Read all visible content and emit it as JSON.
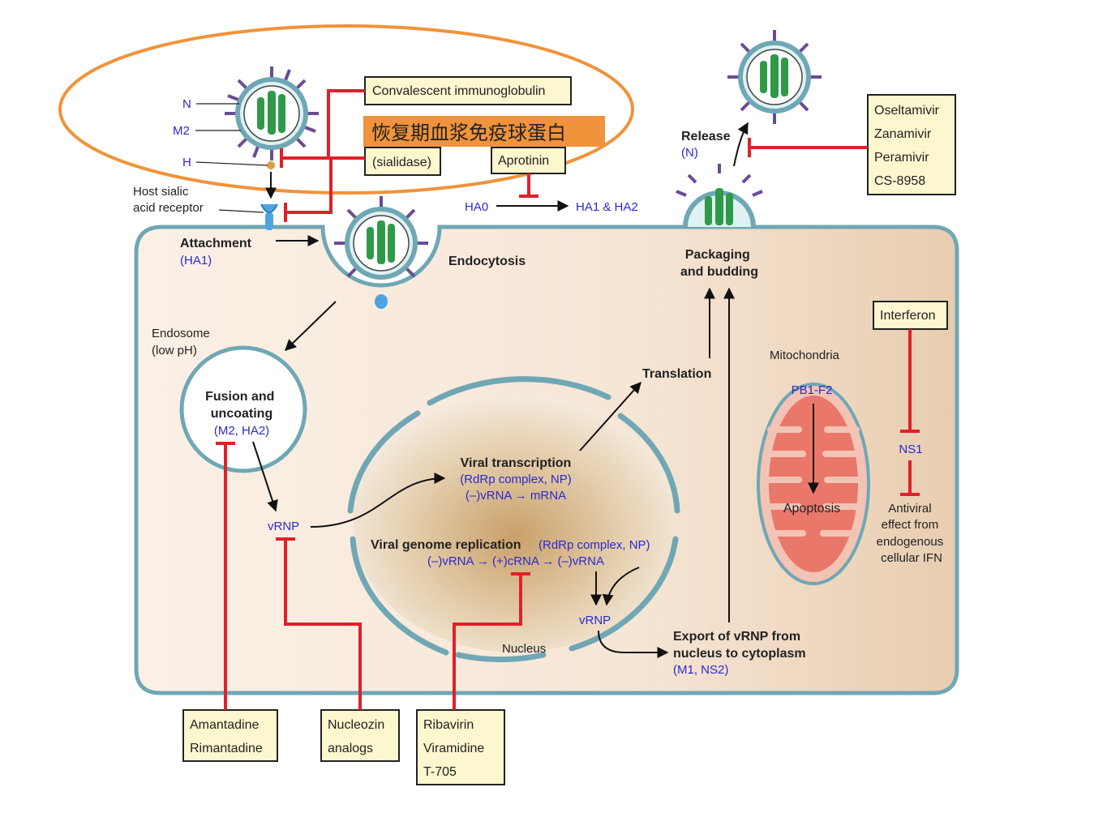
{
  "virus_labels": {
    "n": "N",
    "m2": "M2",
    "h": "H"
  },
  "host_receptor": [
    "Host sialic",
    "acid receptor"
  ],
  "drug_boxes": {
    "convalescent": "Convalescent immunoglobulin",
    "convalescent_cn": "恢复期血浆免疫球蛋白",
    "sialidase": "(sialidase)",
    "aprotinin": "Aprotinin",
    "neuraminidase_inhibitors": [
      "Oseltamivir",
      "Zanamivir",
      "Peramivir",
      "CS-8958"
    ],
    "interferon": "Interferon",
    "amantadine": [
      "Amantadine",
      "Rimantadine"
    ],
    "nucleozin": [
      "Nucleozin",
      "analogs"
    ],
    "ribavirin": [
      "Ribavirin",
      "Viramidine",
      "T-705"
    ]
  },
  "steps": {
    "ha0": "HA0",
    "ha1_ha2": "HA1 & HA2",
    "release": "Release",
    "release_sub": "(N)",
    "attachment": "Attachment",
    "attachment_sub": "(HA1)",
    "endocytosis": "Endocytosis",
    "packaging": [
      "Packaging",
      "and budding"
    ],
    "endosome": [
      "Endosome",
      "(low pH)"
    ],
    "fusion": [
      "Fusion and",
      "uncoating"
    ],
    "fusion_sub": "(M2, HA2)",
    "translation": "Translation",
    "vrnp_left": "vRNP",
    "viral_transcription": "Viral transcription",
    "transcription_sub": "(RdRp complex, NP)",
    "transcription_eq": "(–)vRNA → mRNA",
    "replication": "Viral genome replication",
    "replication_sub": "(RdRp complex, NP)",
    "replication_eq": "(–)vRNA → (+)cRNA → (–)vRNA",
    "vrnp_right": "vRNP",
    "nucleus": "Nucleus",
    "export": [
      "Export of vRNP from",
      "nucleus to cytoplasm"
    ],
    "export_sub": "(M1, NS2)",
    "mitochondria": "Mitochondria",
    "pb1f2": "PB1-F2",
    "apoptosis": "Apoptosis",
    "ns1": "NS1",
    "antiviral": [
      "Antiviral",
      "effect from",
      "endogenous",
      "cellular IFN"
    ]
  },
  "colors": {
    "accent_orange": "#f0933a",
    "inhibition_red": "#e0202a",
    "label_blue": "#2a2ad0",
    "cell_fill": "#f4e3d2",
    "membrane": "#6fa7b5"
  }
}
